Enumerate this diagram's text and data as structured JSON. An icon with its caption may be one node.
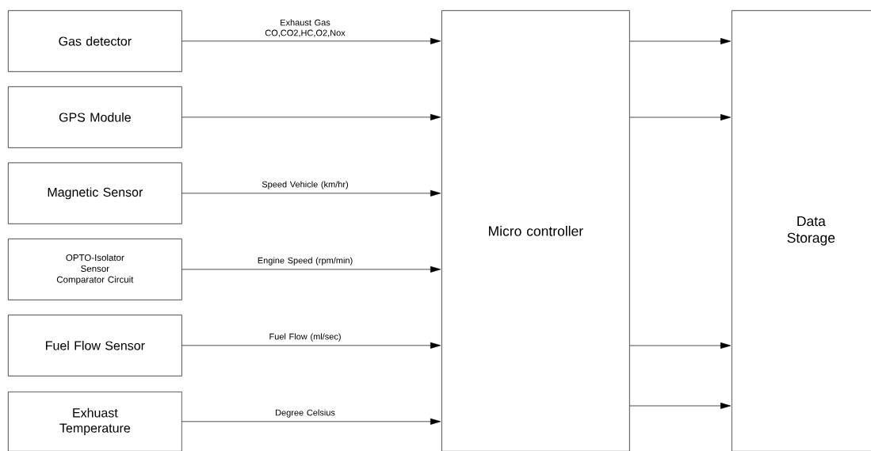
{
  "diagram": {
    "nodes": [
      {
        "text": [
          "Gas detector"
        ]
      },
      {
        "text": [
          "GPS Module"
        ]
      },
      {
        "text": [
          "Magnetic Sensor"
        ]
      },
      {
        "text": [
          "OPTO-Isolator Sensor Comparator Circuit"
        ]
      },
      {
        "text": [
          "Fuel Flow Sensor"
        ]
      },
      {
        "text": [
          "Exhuast Temperature"
        ]
      },
      {
        "text": [
          "Micro controller"
        ]
      },
      {
        "text": [
          "Data Storage"
        ]
      }
    ],
    "edges": [
      {
        "from": 0,
        "to": 6,
        "arrow": "to",
        "label": "Exhaust Gas CO,CO2,HC,O2,Nox"
      },
      {
        "from": 1,
        "to": 6,
        "arrow": "to"
      },
      {
        "from": 2,
        "to": 6,
        "arrow": "to",
        "label": "Speed Vehicle (km/hr)"
      },
      {
        "from": 3,
        "to": 6,
        "arrow": "to",
        "label": "Engine Speed (rpm/min)"
      },
      {
        "from": 4,
        "to": 6,
        "arrow": "to",
        "label": "Fuel Flow (ml/sec)"
      },
      {
        "from": 5,
        "to": 6,
        "arrow": "to",
        "label": "Degree Celsius"
      },
      {
        "from": 6,
        "to": 7,
        "arrow": "to"
      },
      {
        "from": 6,
        "to": 7,
        "arrow": "to"
      },
      {
        "from": 6,
        "to": 7,
        "arrow": "to"
      },
      {
        "from": 6,
        "to": 7,
        "arrow": "to"
      }
    ]
  }
}
